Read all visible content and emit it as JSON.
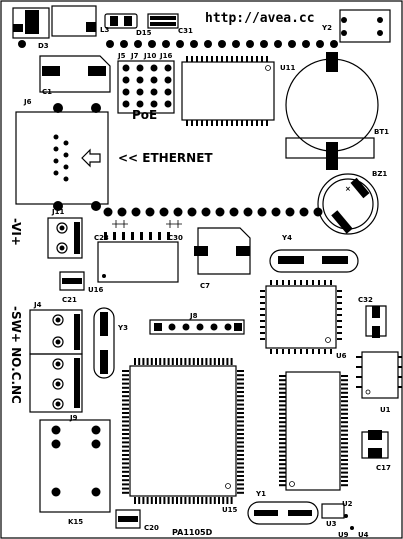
{
  "board": {
    "url": "http://avea.cc",
    "part_number": "PA1105D",
    "poe_label": "PoE",
    "ethernet_label": "<< ETHERNET",
    "vi_label": "-VI+",
    "sw_label": "-SW+ NO.C.NC"
  },
  "designators": {
    "D3": "D3",
    "L3": "L3",
    "D15": "D15",
    "C31": "C31",
    "Y2": "Y2",
    "C1": "C1",
    "J5": "J5",
    "J7": "J7",
    "J10": "J10",
    "J16": "J16",
    "U11": "U11",
    "BT1": "BT1",
    "J6": "J6",
    "BZ1": "BZ1",
    "J11": "J11",
    "C23": "C23",
    "C30": "C30",
    "Y4": "Y4",
    "C7": "C7",
    "U16": "U16",
    "C21": "C21",
    "J4": "J4",
    "Y3": "Y3",
    "J8": "J8",
    "C32": "C32",
    "U6": "U6",
    "U1": "U1",
    "J9": "J9",
    "C17": "C17",
    "K15": "K15",
    "Y1": "Y1",
    "U15": "U15",
    "C20": "C20",
    "U2": "U2",
    "U3": "U3",
    "U9": "U9",
    "U4": "U4"
  }
}
